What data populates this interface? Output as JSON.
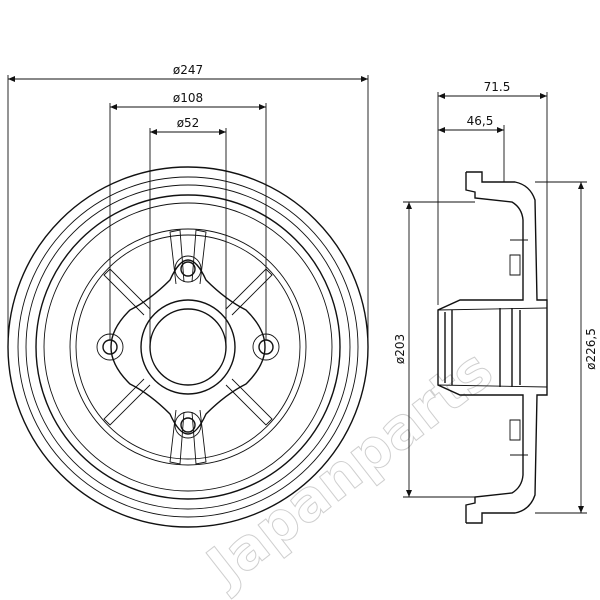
{
  "watermark": "Japanparts",
  "dimensions": {
    "outer_diameter": "ø247",
    "bolt_circle": "ø108",
    "center_bore": "ø52",
    "overall_depth": "71.5",
    "hub_depth": "46,5",
    "friction_diameter": "ø203",
    "drum_inner_diameter": "ø226,5"
  },
  "colors": {
    "line": "#111111",
    "watermark": "#cfcfcf",
    "background": "#ffffff"
  }
}
